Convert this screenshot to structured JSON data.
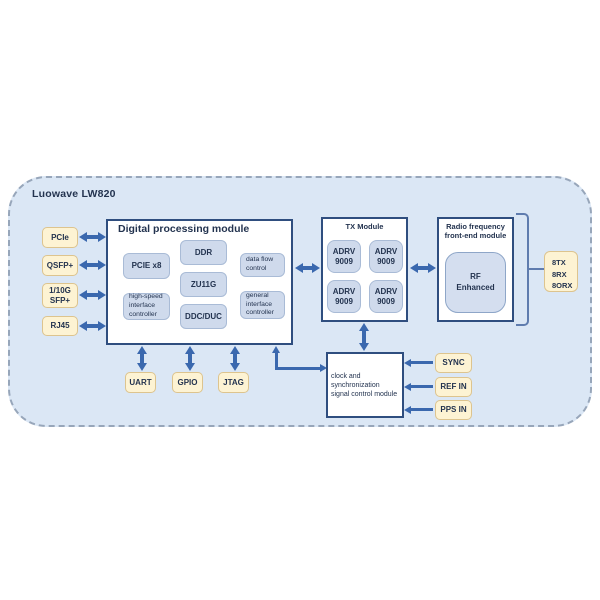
{
  "title": "Luowave LW820",
  "left_ports": [
    "PCIe",
    "QSFP+",
    "1/10G\nSFP+",
    "RJ45"
  ],
  "digital_module": {
    "title": "Digital processing module",
    "pcie": "PCIE x8",
    "ddr": "DDR",
    "zu11g": "ZU11G",
    "ddc_duc": "DDC/DUC",
    "high_speed": "high-speed\ninterface\ncontroller",
    "data_flow": "data flow\ncontrol",
    "general_interface": "general\ninterface\ncontroller"
  },
  "bottom_ports": [
    "UART",
    "GPIO",
    "JTAG"
  ],
  "tx_module": {
    "title": "TX Module",
    "chips": [
      "ADRV\n9009",
      "ADRV\n9009",
      "ADRV\n9009",
      "ADRV\n9009"
    ]
  },
  "rf_module": {
    "title": "Radio frequency\nfront-end module",
    "core": "RF\nEnhanced"
  },
  "rf_ports": [
    "8TX",
    "8RX",
    "8ORX"
  ],
  "clock_module": {
    "label": "clock and\nsynchronization\nsignal control module"
  },
  "clock_inputs": [
    "SYNC",
    "REF IN",
    "PPS IN"
  ],
  "colors": {
    "arrow": "#3a68ae",
    "container_bg": "#dbe7f5",
    "dashed_border": "#97a6ba",
    "port_fill": "#fdf3d3",
    "chip_fill": "#cfdaec",
    "module_border": "#2f4e7f",
    "text": "#23334f"
  }
}
